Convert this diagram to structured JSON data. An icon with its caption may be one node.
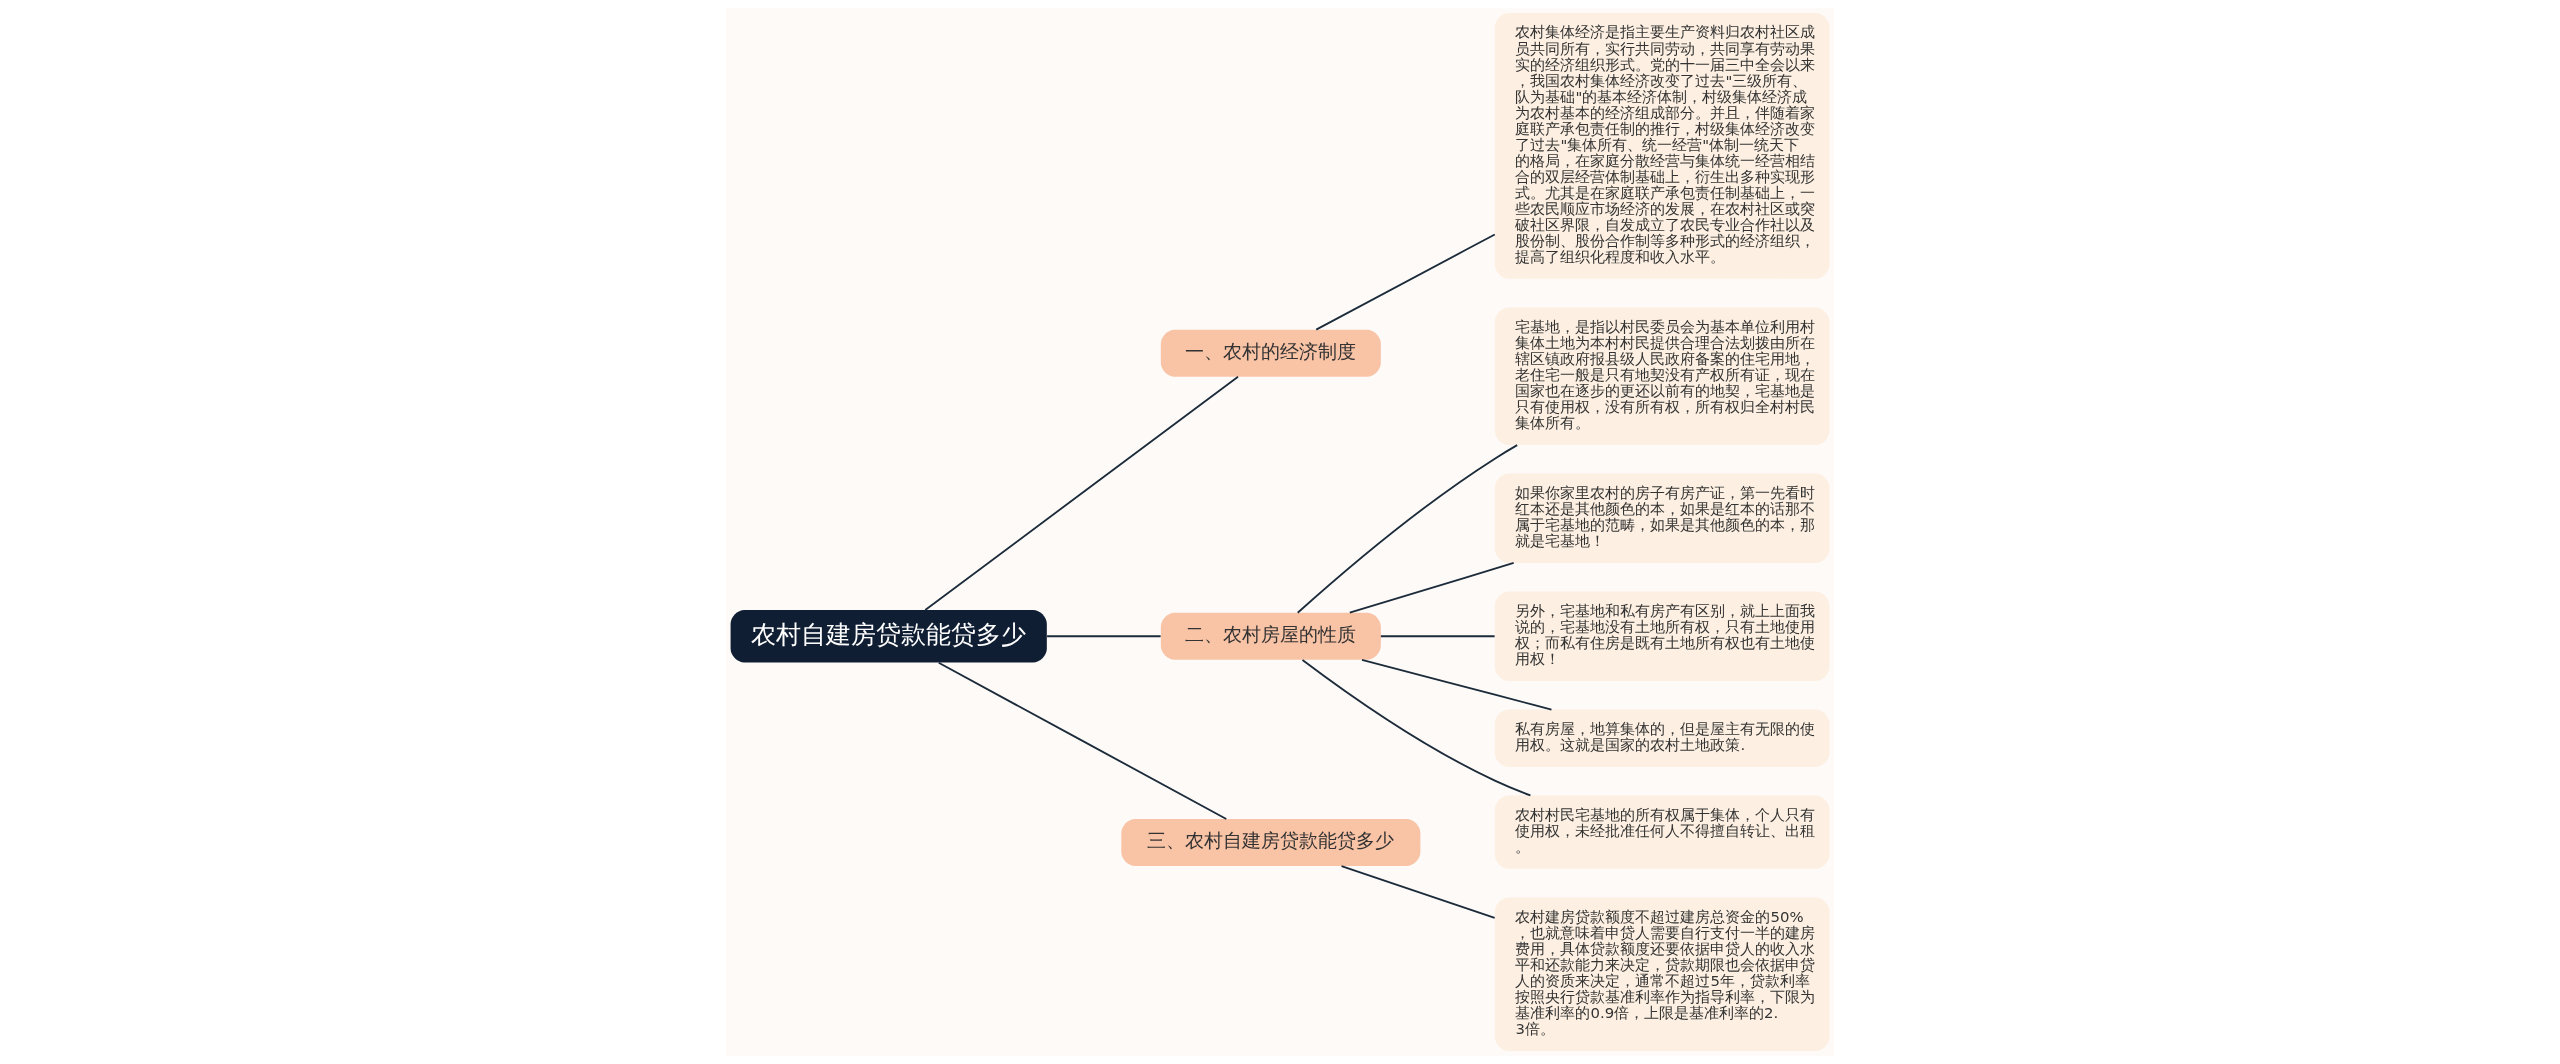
{
  "diagram": {
    "nodes": [
      {
        "text": [
          "农村自建房贷款能贷多少"
        ]
      },
      {
        "text": [
          "一、农村的经济制度"
        ]
      },
      {
        "text": [
          "农村集体经济是指主要生产资料归农村社区成员共同所有，实行共同劳动，共同享有劳动果实的经济组织形式。党的十一届三中全会以来，我国农村集体经济改变了过去\"三级所有、队为基础\"的基本经济体制，村级集体经济成为农村基本的经济组成部分。并且，伴随着家庭联产承包责任制的推行，村级集体经济改变了过去\"集体所有、统一经营\"体制一统天下的格局，在家庭分散经营与集体统一经营相结合的双层经营体制基础上，衍生出多种实现形式。尤其是在家庭联产承包责任制基础上，一些农民顺应市场经济的发展，在农村社区或突破社区界限，自发成立了农民专业合作社以及股份制、股份合作制等多种形式的经济组织，提高了组织化程度和收入水平。"
        ]
      },
      {
        "text": [
          "二、农村房屋的性质"
        ]
      },
      {
        "text": [
          "宅基地，是指以村民委员会为基本单位利用村集体土地为本村村民提供合理合法划拨由所在辖区镇政府报县级人民政府备案的住宅用地，老住宅一般是只有地契没有产权所有证，现在国家也在逐步的更还以前有的地契，宅基地是只有使用权，没有所有权，所有权归全村村民集体所有。"
        ]
      },
      {
        "text": [
          "如果你家里农村的房子有房产证，第一先看时红本还是其他颜色的本，如果是红本的话那不属于宅基地的范畴，如果是其他颜色的本，那就是宅基地！"
        ]
      },
      {
        "text": [
          "另外，宅基地和私有房产有区别，就上上面我说的，宅基地没有土地所有权，只有土地使用权；而私有住房是既有土地所有权也有土地使用权！"
        ]
      },
      {
        "text": [
          "私有房屋，地算集体的，但是屋主有无限的使用权。这就是国家的农村土地政策."
        ]
      },
      {
        "text": [
          "农村村民宅基地的所有权属于集体，个人只有使用权，未经批准任何人不得擅自转让、出租。"
        ]
      },
      {
        "text": [
          "三、农村自建房贷款能贷多少"
        ]
      },
      {
        "text": [
          "农村建房贷款额度不超过建房总资金的50%，也就意味着申贷人需要自行支付一半的建房费用，具体贷款额度还要依据申贷人的收入水平和还款能力来决定，贷款期限也会依据申贷人的资质来决定，通常不超过5年，贷款利率按照央行贷款基准利率作为指导利率，下限为基准利率的0.9倍，上限是基准利率的2.3倍。"
        ]
      }
    ],
    "edges": [
      {
        "from": 0,
        "to": 1,
        "arrow": "none"
      },
      {
        "from": 1,
        "to": 2,
        "arrow": "none"
      },
      {
        "from": 0,
        "to": 3,
        "arrow": "none"
      },
      {
        "from": 3,
        "to": 4,
        "arrow": "none"
      },
      {
        "from": 3,
        "to": 5,
        "arrow": "none"
      },
      {
        "from": 3,
        "to": 6,
        "arrow": "none"
      },
      {
        "from": 3,
        "to": 7,
        "arrow": "none"
      },
      {
        "from": 3,
        "to": 8,
        "arrow": "none"
      },
      {
        "from": 0,
        "to": 9,
        "arrow": "none"
      },
      {
        "from": 9,
        "to": 10,
        "arrow": "none"
      }
    ]
  }
}
